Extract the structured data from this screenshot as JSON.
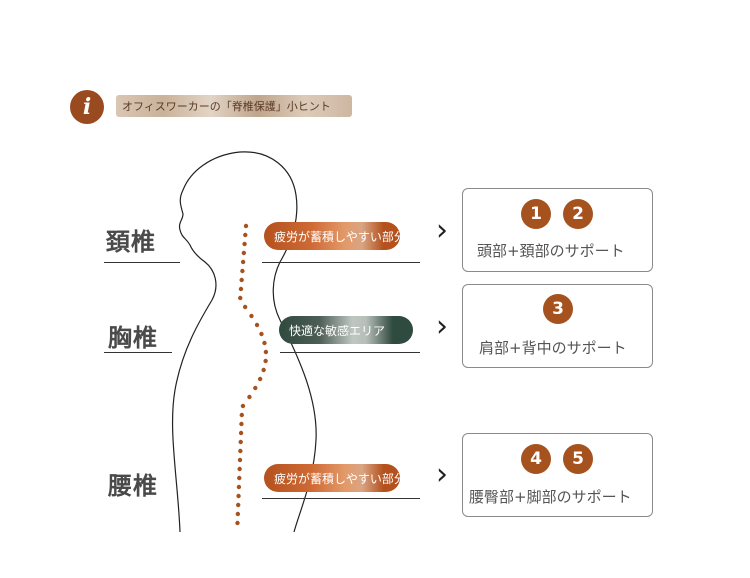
{
  "header": {
    "text": "オフィスワーカーの「脊椎保護」小ヒント"
  },
  "sections": [
    {
      "label": "頚椎",
      "pill": "疲労が蓄積しやすい部分",
      "numbers": [
        "1",
        "2"
      ],
      "box_text": "頭部+頚部のサポート"
    },
    {
      "label": "胸椎",
      "pill": "快適な敏感エリア",
      "numbers": [
        "3"
      ],
      "box_text": "肩部+背中のサポート"
    },
    {
      "label": "腰椎",
      "pill": "疲労が蓄積しやすい部分",
      "numbers": [
        "4",
        "5"
      ],
      "box_text": "腰臀部+脚部のサポート"
    }
  ],
  "colors": {
    "accent_brown": "#a6521e",
    "pill_dark": "#2f4a3f",
    "spine_dots": "#a6521e"
  }
}
